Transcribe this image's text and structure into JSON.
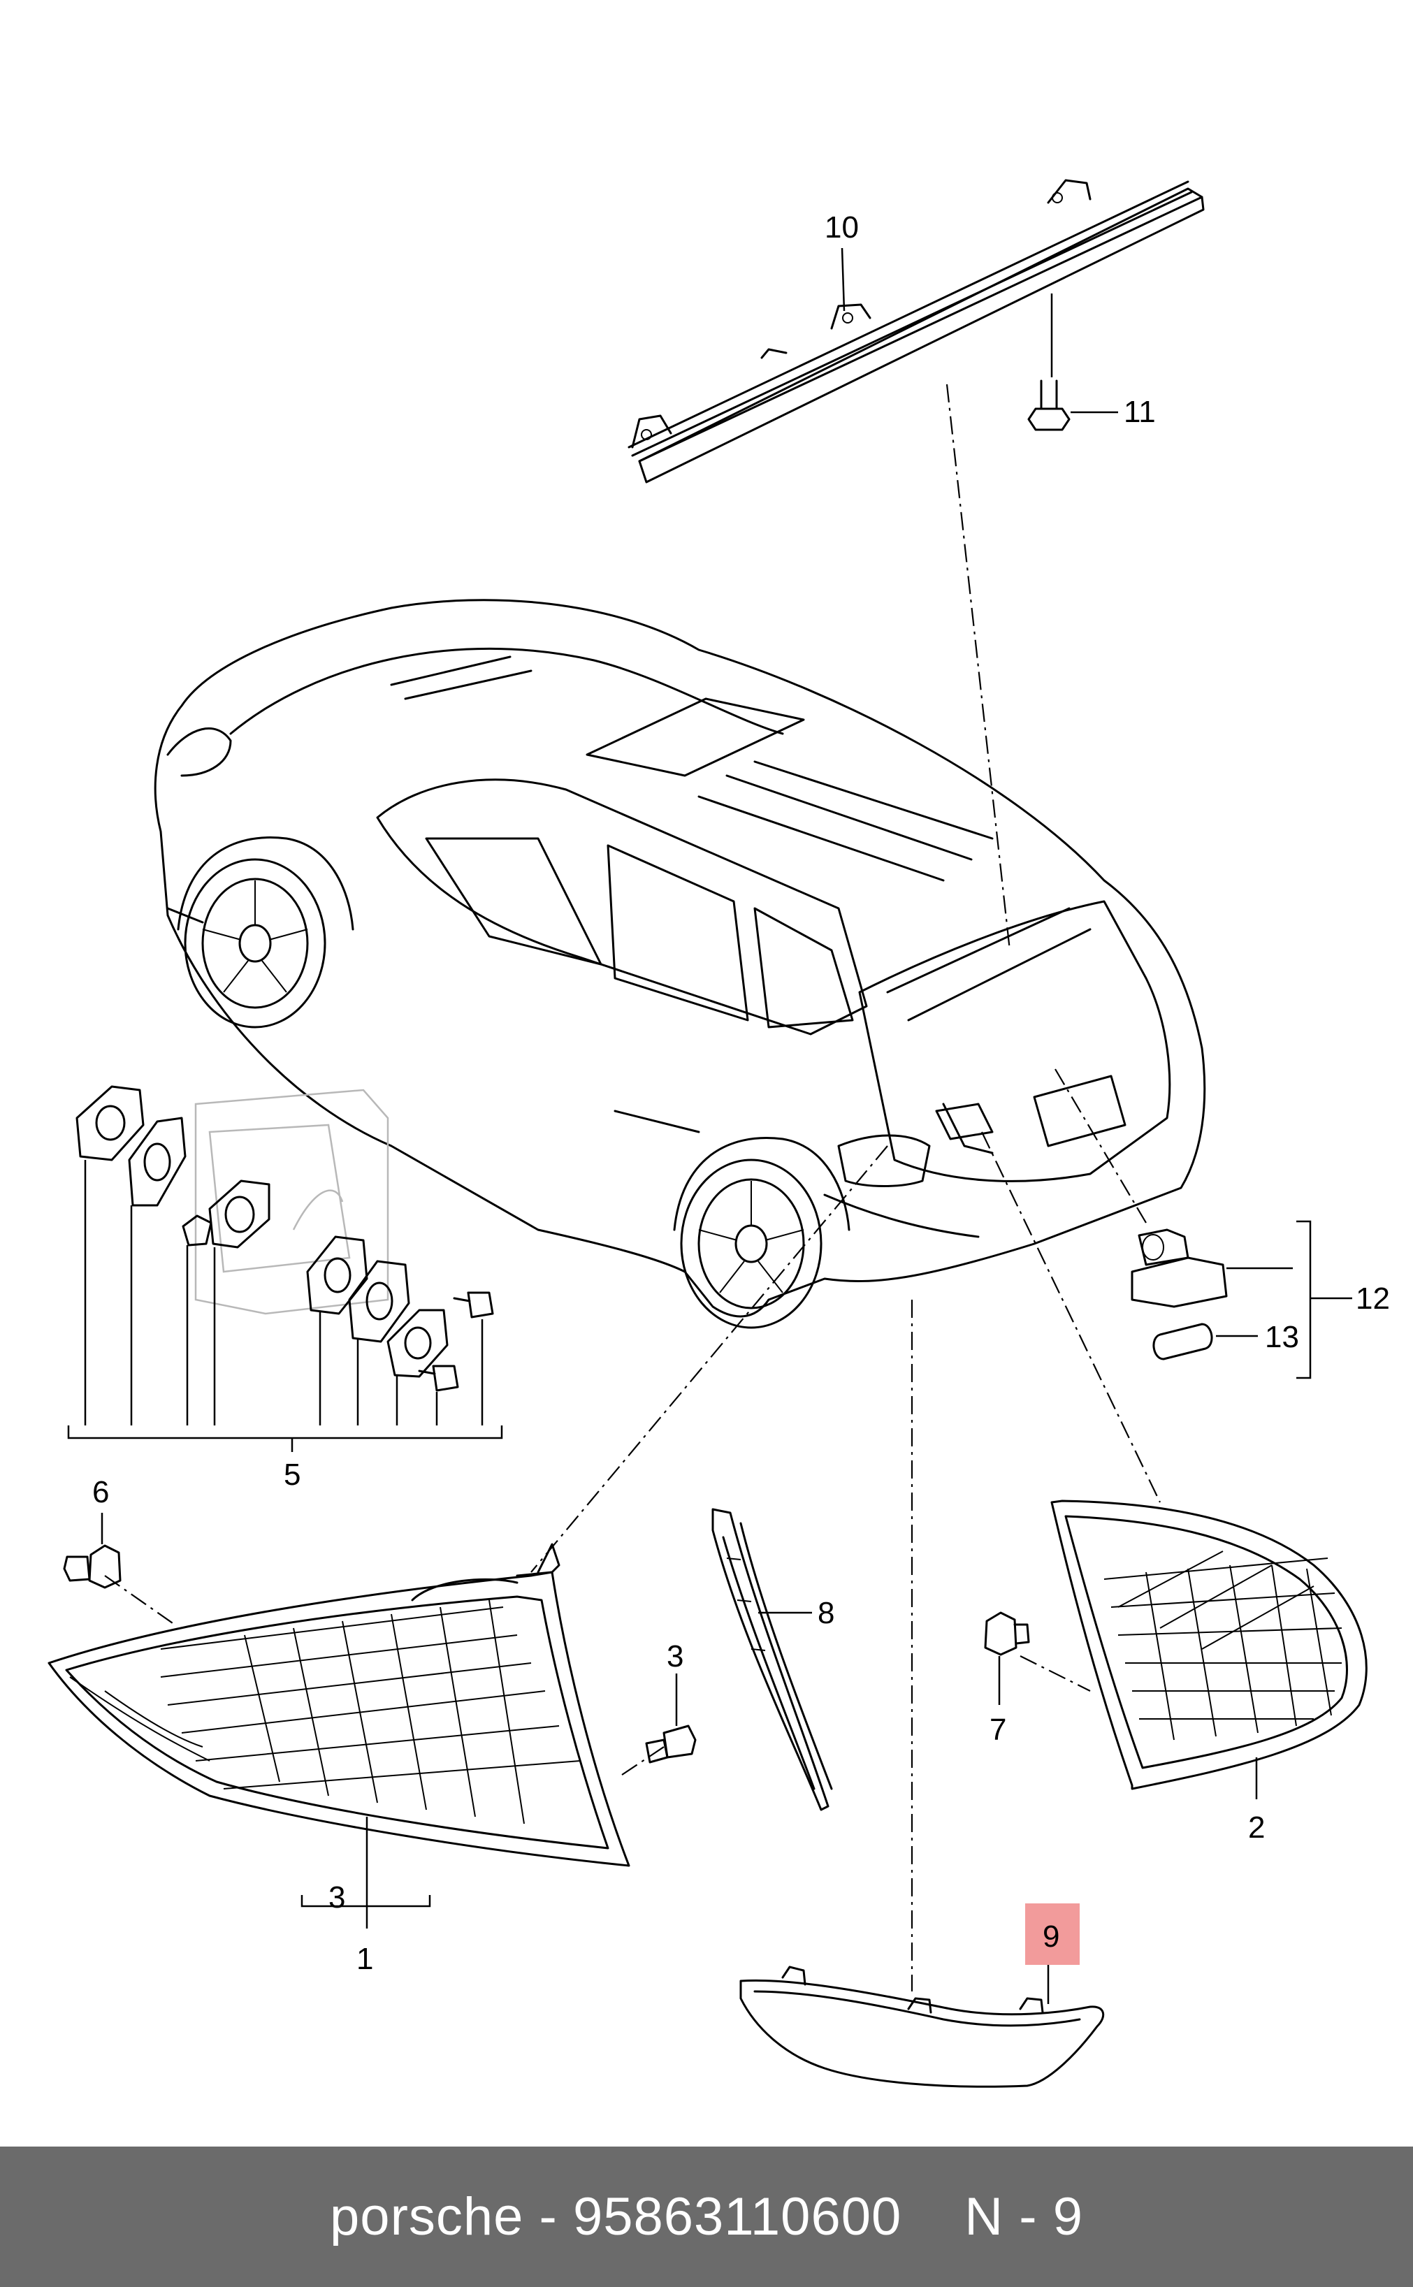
{
  "callouts": {
    "c1": "1",
    "c2": "2",
    "c3a": "3",
    "c3b": "3",
    "c5": "5",
    "c6": "6",
    "c7": "7",
    "c8": "8",
    "c9": "9",
    "c10": "10",
    "c11": "11",
    "c12": "12",
    "c13": "13"
  },
  "highlight_color": "#f08a8a",
  "footer": {
    "part_text": "porsche - 95863110600",
    "ref_text": "N - 9"
  }
}
